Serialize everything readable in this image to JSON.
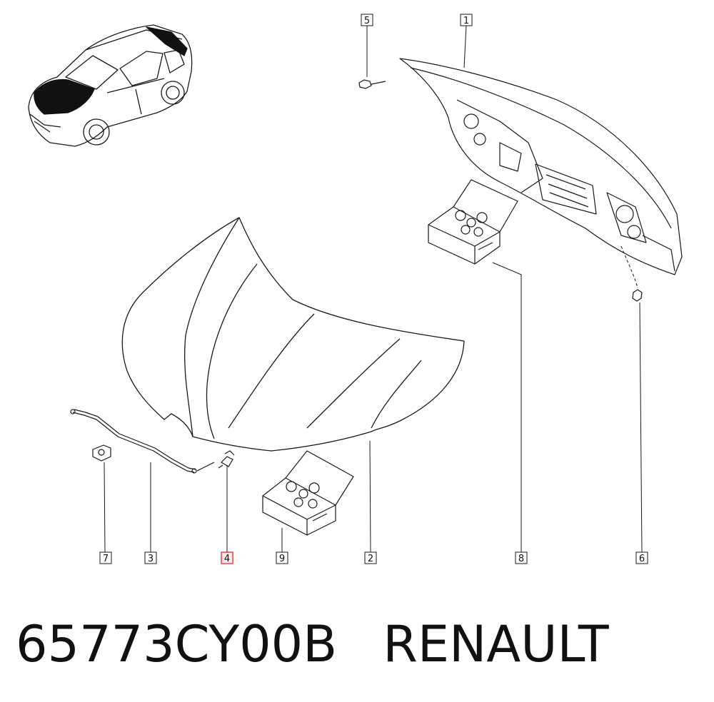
{
  "callouts": [
    {
      "label": "1"
    },
    {
      "label": "2"
    },
    {
      "label": "3"
    },
    {
      "label": "4",
      "highlighted": true
    },
    {
      "label": "5"
    },
    {
      "label": "6"
    },
    {
      "label": "7"
    },
    {
      "label": "8"
    },
    {
      "label": "9"
    }
  ],
  "footer": {
    "part_number": "65773CY00B",
    "brand": "RENAULT"
  },
  "colors": {
    "line": "#1a1a1a",
    "highlight": "#e03030",
    "highlight_fill": "#fde8e8",
    "hood_blackout": "#111111"
  }
}
